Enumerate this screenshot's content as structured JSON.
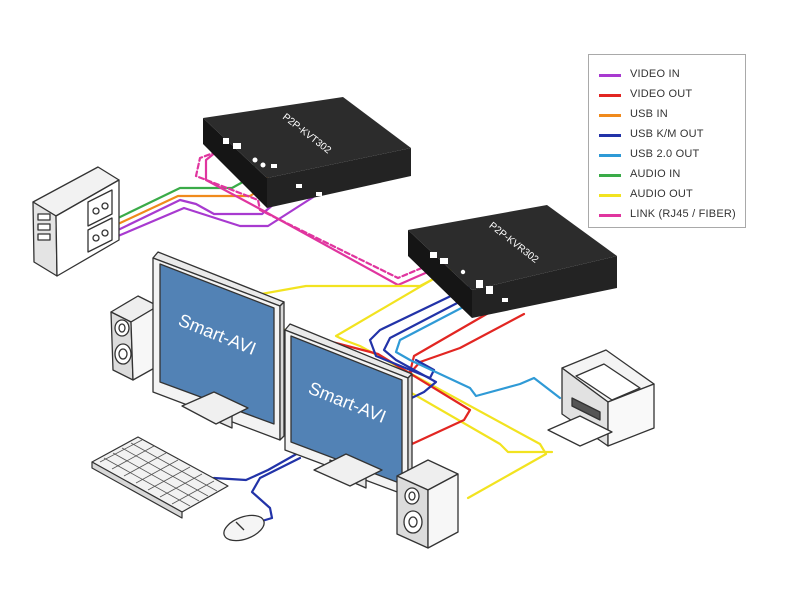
{
  "devices": {
    "transmitter_label": "P2P-KVT302",
    "receiver_label": "P2P-KVR302",
    "monitor_brand": "Smart-AVI"
  },
  "legend": {
    "items": [
      {
        "label": "VIDEO IN",
        "color": "#a83ad0"
      },
      {
        "label": "VIDEO OUT",
        "color": "#e22622"
      },
      {
        "label": "USB IN",
        "color": "#f08a1c"
      },
      {
        "label": "USB K/M OUT",
        "color": "#2233a8"
      },
      {
        "label": "USB 2.0 OUT",
        "color": "#2f9ad6"
      },
      {
        "label": "AUDIO IN",
        "color": "#3aab48"
      },
      {
        "label": "AUDIO OUT",
        "color": "#f2e320"
      },
      {
        "label": "LINK (RJ45 / FIBER)",
        "color": "#e0359f"
      }
    ]
  }
}
